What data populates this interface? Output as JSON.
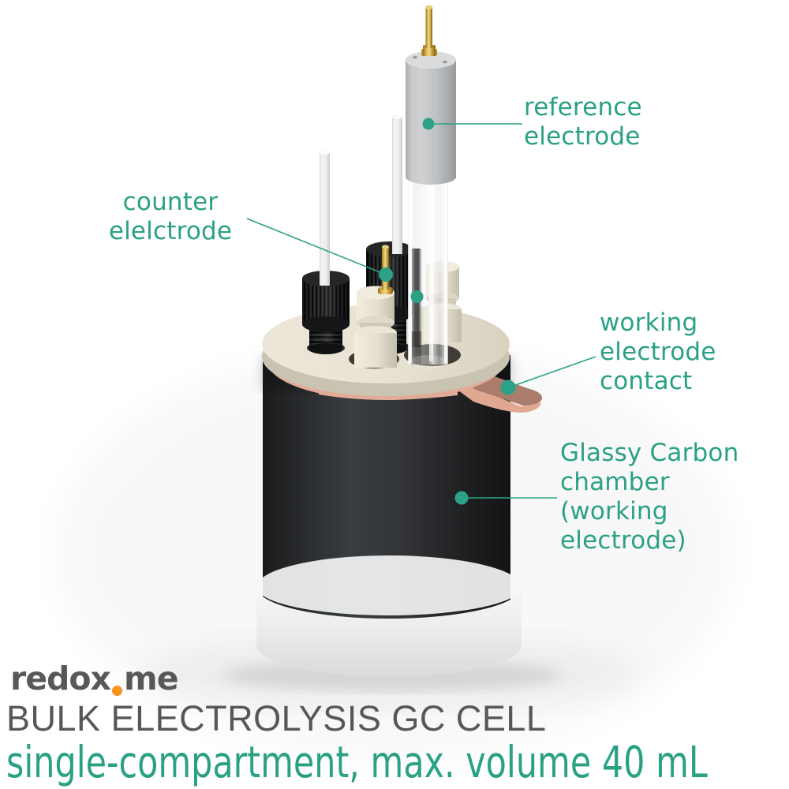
{
  "colors": {
    "accent_line": "#2ba287",
    "accent_text": "#2aa184",
    "logo_gray": "#575859",
    "logo_dot_orange": "#f7941e",
    "title_gray": "#565759",
    "chamber_black": "#2b2d2f",
    "lid_cream": "#e6e0d0",
    "copper_contact": "#a97c6b",
    "base_white": "#eceeef",
    "gold_pin": "#d2ac4e",
    "reference_body_gray": "#bbbec0"
  },
  "labels": {
    "reference": "reference\nelectrode",
    "counter": "counter\nelelctrode",
    "working_contact": "working\nelectrode\ncontact",
    "glassy_chamber": "Glassy Carbon\nchamber\n(working\nelectrode)"
  },
  "branding": {
    "logo_prefix": "redox",
    "logo_suffix": "me"
  },
  "caption": {
    "title": "BULK ELECTROLYSIS GC CELL",
    "subtitle": "single-compartment, max. volume 40 mL"
  }
}
